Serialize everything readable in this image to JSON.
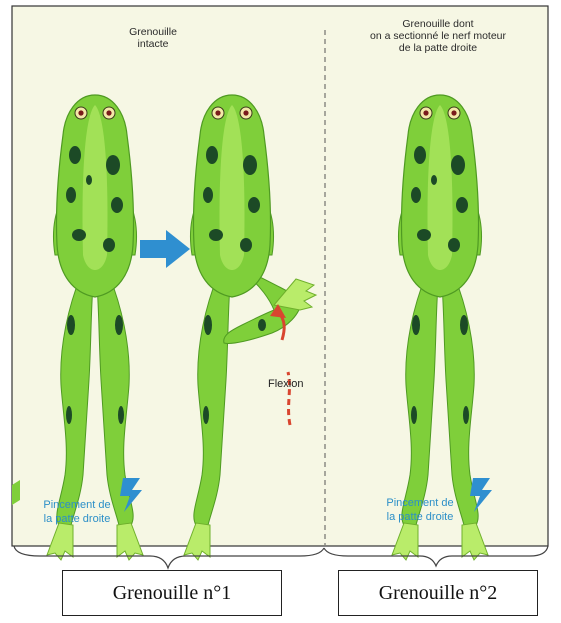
{
  "panel1": {
    "title_line1": "Grenouille",
    "title_line2": "intacte",
    "flexion": "Flexion",
    "pincement_line1": "Pincement de",
    "pincement_line2": "la patte droite"
  },
  "panel2": {
    "title_line1": "Grenouille dont",
    "title_line2": "on a sectionné le nerf moteur",
    "title_line3": "de la patte droite",
    "pincement_line1": "Pincement de",
    "pincement_line2": "la patte droite"
  },
  "boxes": {
    "frog1": "Grenouille n°1",
    "frog2": "Grenouille n°2"
  },
  "colors": {
    "background": "#f6f7e4",
    "frog_green": "#7fcf3a",
    "frog_light": "#b9ec6a",
    "frog_spots": "#1c4a26",
    "arrow_blue": "#2f8fd0",
    "flexion_red": "#d9452f",
    "pince_blue": "#2c8fc8"
  }
}
